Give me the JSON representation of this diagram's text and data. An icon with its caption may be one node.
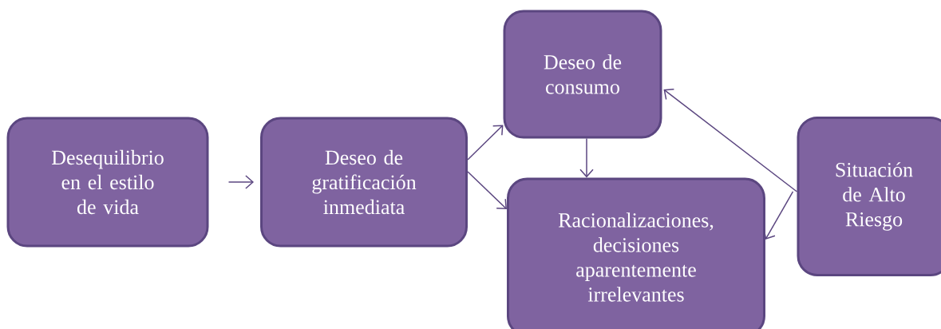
{
  "diagram": {
    "nodes": [
      {
        "text": [
          "Desequilibrio en el estilo de vida"
        ]
      },
      {
        "text": [
          "Deseo de gratificación inmediata"
        ]
      },
      {
        "text": [
          "Deseo de consumo"
        ]
      },
      {
        "text": [
          "Racionalizaciones, decisiones aparentemente irrelevantes"
        ]
      },
      {
        "text": [
          "Situación de Alto Riesgo"
        ]
      }
    ],
    "edges": [
      {
        "from": 0,
        "to": 1,
        "arrow": "to"
      },
      {
        "from": 1,
        "to": 2,
        "arrow": "to"
      },
      {
        "from": 1,
        "to": 3,
        "arrow": "to"
      },
      {
        "from": 2,
        "to": 3,
        "arrow": "to"
      },
      {
        "from": 4,
        "to": 2,
        "arrow": "to"
      },
      {
        "from": 4,
        "to": 3,
        "arrow": "to"
      }
    ]
  }
}
